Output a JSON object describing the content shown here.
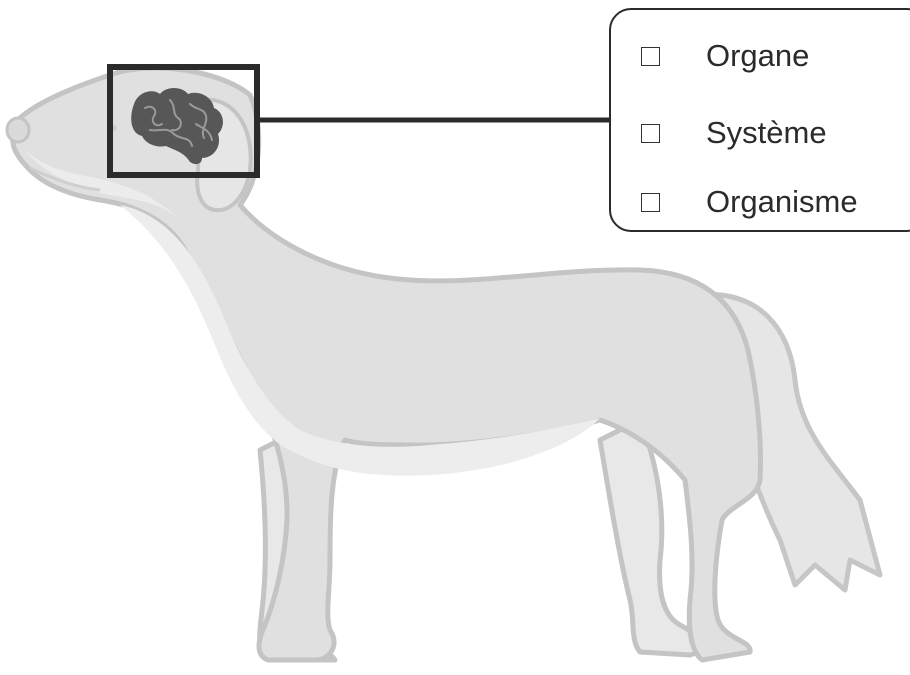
{
  "options": [
    {
      "label": "Organe",
      "checked": false
    },
    {
      "label": "Système",
      "checked": false
    },
    {
      "label": "Organisme",
      "checked": false
    }
  ],
  "colors": {
    "dog_fill": "#e2e2e2",
    "dog_light": "#efefef",
    "dog_outline": "#c4c4c4",
    "brain": "#555555",
    "frame": "#2b2b2b"
  },
  "icons": {
    "animal": "dog-illustration",
    "organ": "brain-icon"
  }
}
